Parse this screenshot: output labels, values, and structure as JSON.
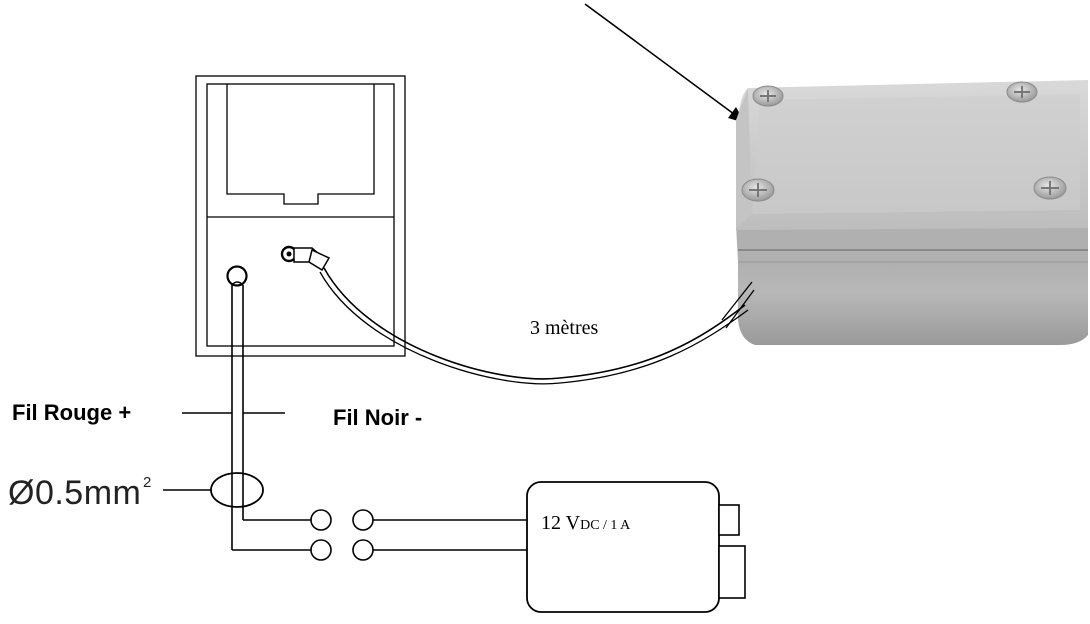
{
  "labels": {
    "red_wire": "Fil Rouge +",
    "black_wire": "Fil Noir -",
    "gauge_prefix": "Ø0.5mm",
    "gauge_superscript": "2",
    "length": "3 mètres",
    "psu_voltage": "12 V",
    "psu_voltage_sub": "DC",
    "psu_current": " / 1 A"
  },
  "icons": {
    "enclosure": "junction-box-photo",
    "unit": "panel-unit-outline",
    "connector": "jack-plug-icon",
    "power_supply": "psu-adapter-outline"
  },
  "colors": {
    "line": "#000000",
    "box_light": "#cfcfcf",
    "box_mid": "#b3b3b3",
    "box_dark": "#8f8f8f"
  }
}
